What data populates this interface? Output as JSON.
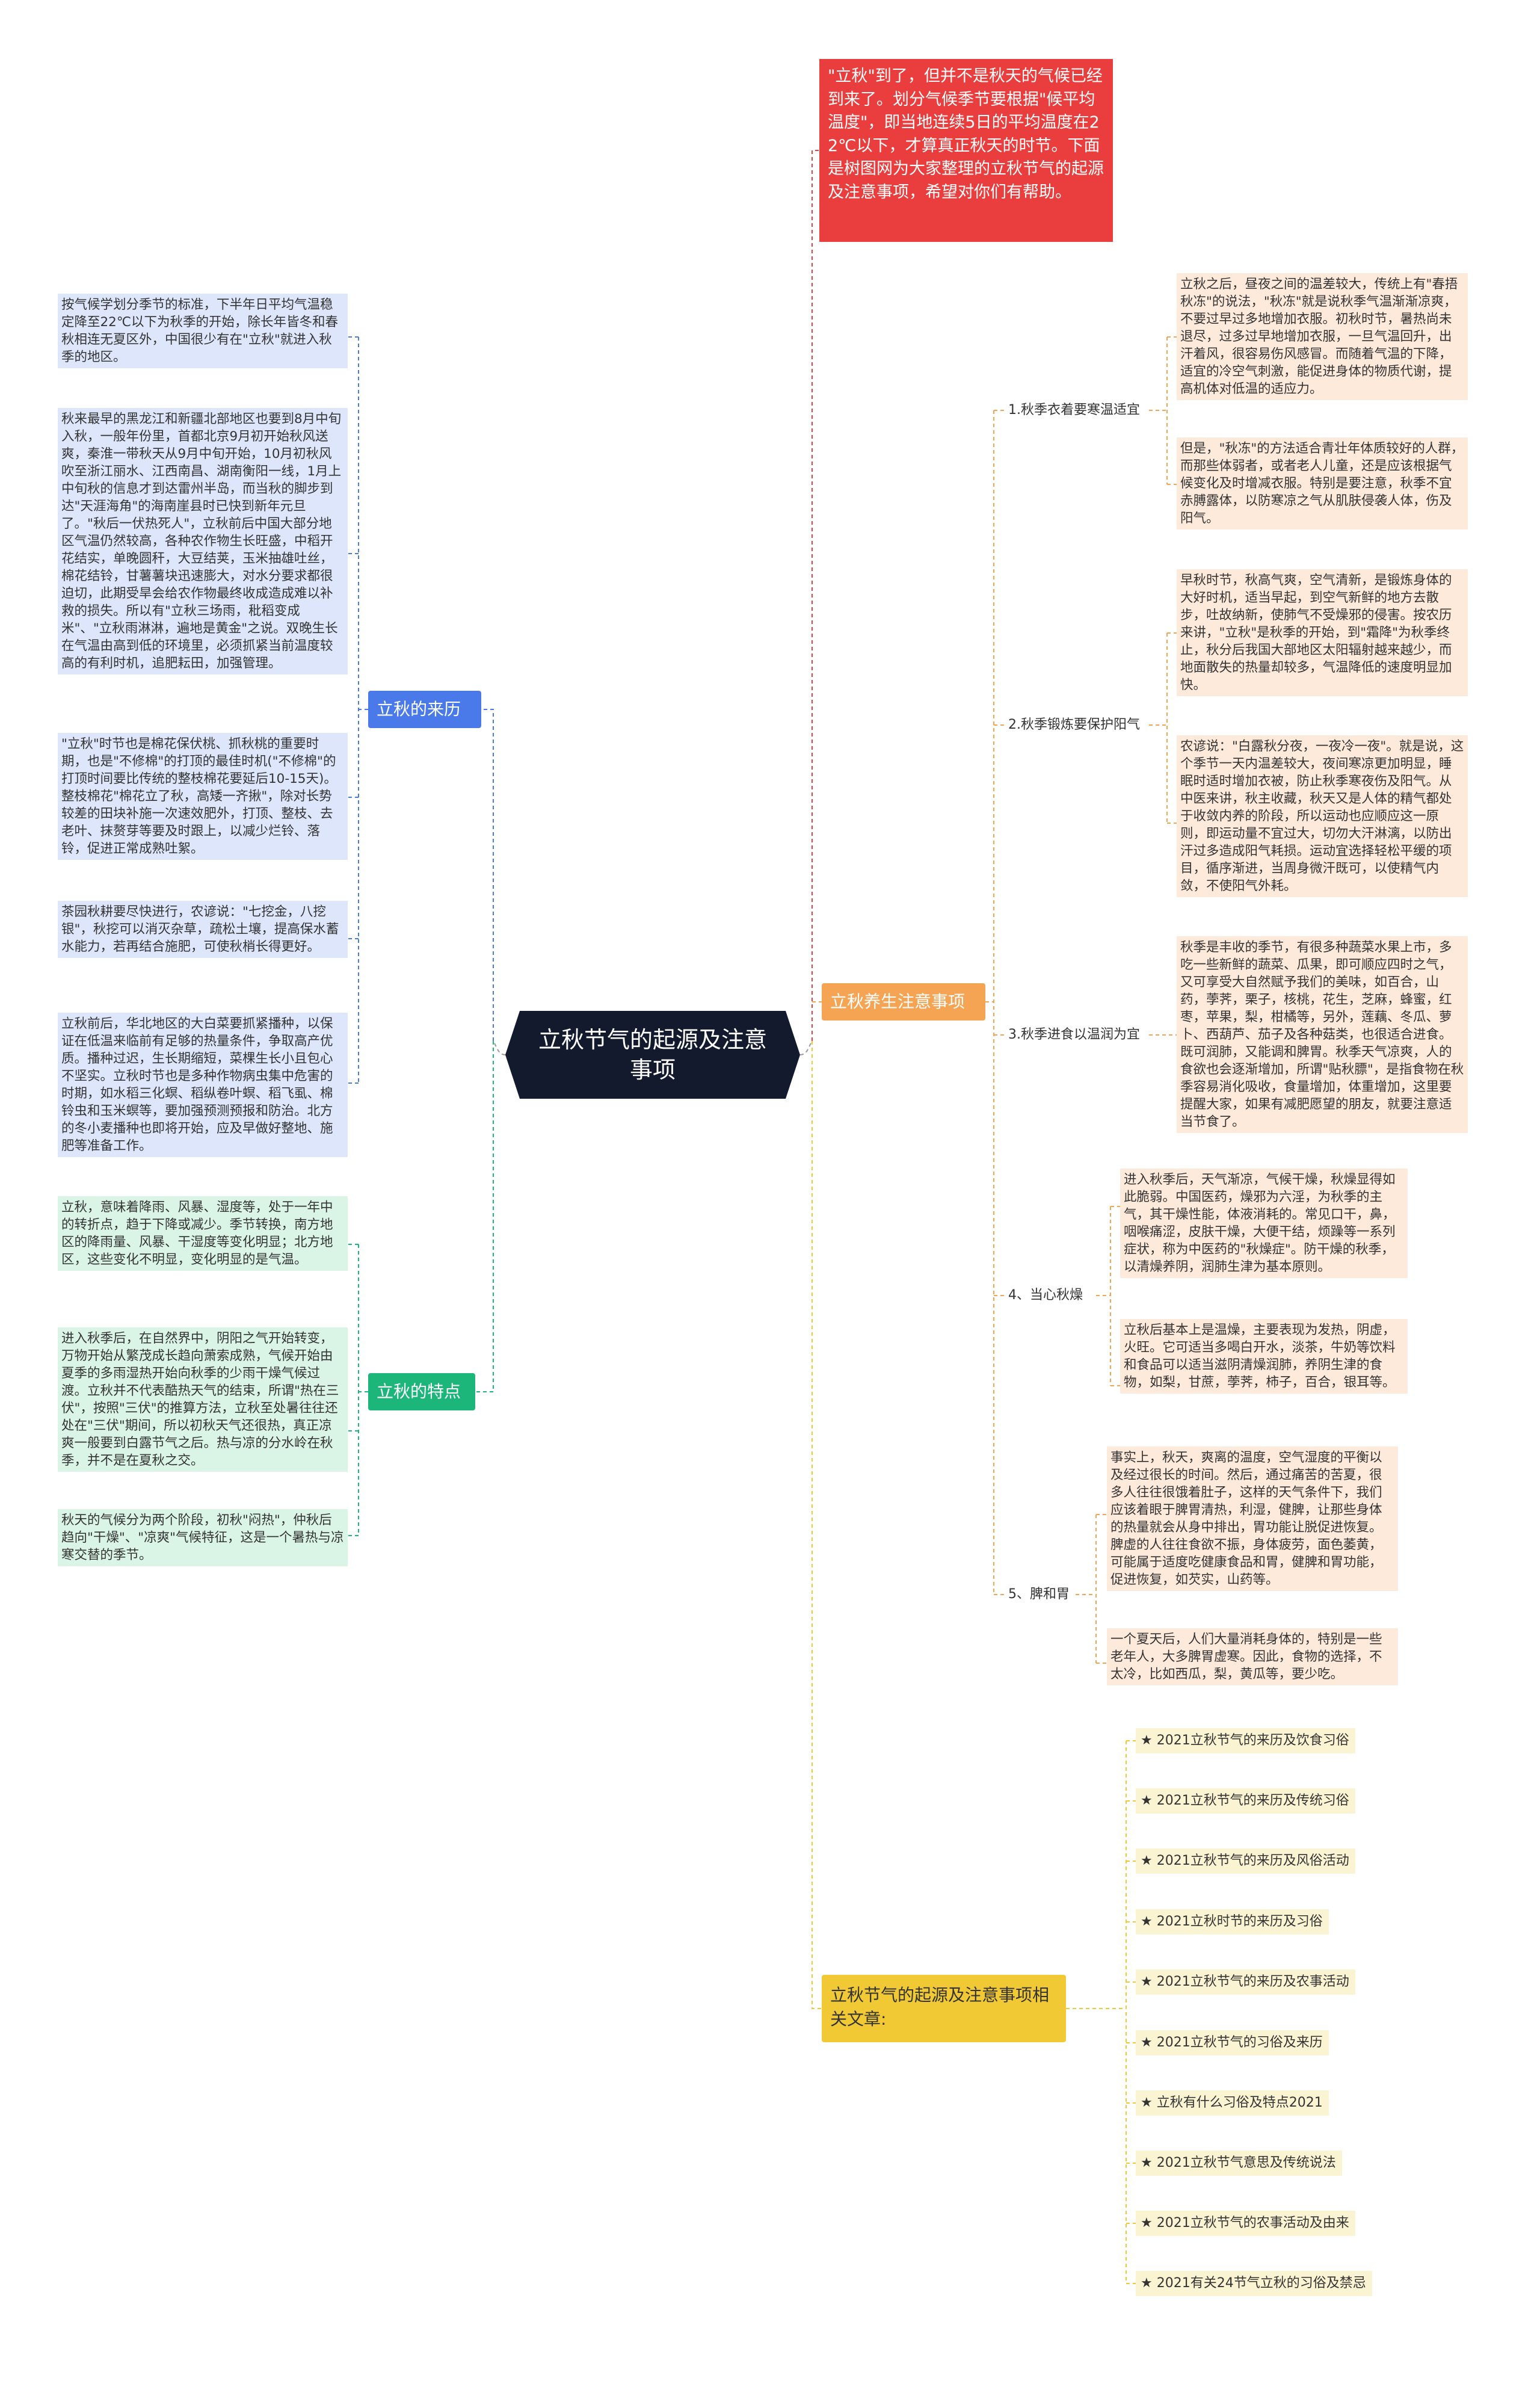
{
  "center": {
    "title": "立秋节气的起源及注意事项"
  },
  "intro": {
    "text": "\"立秋\"到了，但并不是秋天的气候已经到来了。划分气候季节要根据\"候平均温度\"，即当地连续5日的平均温度在22℃以下，才算真正秋天的时节。下面是树图网为大家整理的立秋节气的起源及注意事项，希望对你们有帮助。"
  },
  "branches": {
    "origin": {
      "label": "立秋的来历",
      "leaves": [
        "按气候学划分季节的标准，下半年日平均气温稳定降至22℃以下为秋季的开始，除长年皆冬和春秋相连无夏区外，中国很少有在\"立秋\"就进入秋季的地区。",
        "秋来最早的黑龙江和新疆北部地区也要到8月中旬入秋，一般年份里，首都北京9月初开始秋风送爽，秦淮一带秋天从9月中旬开始，10月初秋风吹至浙江丽水、江西南昌、湖南衡阳一线，1月上中旬秋的信息才到达雷州半岛，而当秋的脚步到达\"天涯海角\"的海南崖县时已快到新年元旦了。\"秋后一伏热死人\"，立秋前后中国大部分地区气温仍然较高，各种农作物生长旺盛，中稻开花结实，单晚圆秆，大豆结荚，玉米抽雄吐丝，棉花结铃，甘薯薯块迅速膨大，对水分要求都很迫切，此期受旱会给农作物最终收成造成难以补救的损失。所以有\"立秋三场雨，秕稻变成米\"、\"立秋雨淋淋，遍地是黄金\"之说。双晚生长在气温由高到低的环境里，必须抓紧当前温度较高的有利时机，追肥耘田，加强管理。",
        "\"立秋\"时节也是棉花保伏桃、抓秋桃的重要时期，也是\"不修棉\"的打顶的最佳时机(\"不修棉\"的打顶时间要比传统的整枝棉花要延后10-15天)。整枝棉花\"棉花立了秋，高矮一齐揪\"，除对长势较差的田块补施一次速效肥外，打顶、整枝、去老叶、抹赘芽等要及时跟上，以减少烂铃、落铃，促进正常成熟吐絮。",
        "茶园秋耕要尽快进行，农谚说：\"七挖金，八挖银\"，秋挖可以消灭杂草，疏松土壤，提高保水蓄水能力，若再结合施肥，可使秋梢长得更好。",
        "立秋前后，华北地区的大白菜要抓紧播种，以保证在低温来临前有足够的热量条件，争取高产优质。播种过迟，生长期缩短，菜棵生长小且包心不坚实。立秋时节也是多种作物病虫集中危害的时期，如水稻三化螟、稻纵卷叶螟、稻飞虱、棉铃虫和玉米螟等，要加强预测预报和防治。北方的冬小麦播种也即将开始，应及早做好整地、施肥等准备工作。"
      ]
    },
    "features": {
      "label": "立秋的特点",
      "leaves": [
        "立秋，意味着降雨、风暴、湿度等，处于一年中的转折点，趋于下降或减少。季节转换，南方地区的降雨量、风暴、干湿度等变化明显；北方地区，这些变化不明显，变化明显的是气温。",
        "进入秋季后，在自然界中，阴阳之气开始转变，万物开始从繁茂成长趋向萧索成熟，气候开始由夏季的多雨湿热开始向秋季的少雨干燥气候过渡。立秋并不代表酷热天气的结束，所谓\"热在三伏\"，按照\"三伏\"的推算方法，立秋至处暑往往还处在\"三伏\"期间，所以初秋天气还很热，真正凉爽一般要到白露节气之后。热与凉的分水岭在秋季，并不是在夏秋之交。",
        "秋天的气候分为两个阶段，初秋\"闷热\"，仲秋后趋向\"干燥\"、\"凉爽\"气候特征，这是一个暑热与凉寒交替的季节。"
      ]
    },
    "health": {
      "label": "立秋养生注意事项",
      "items": [
        {
          "label": "1.秋季衣着要寒温适宜",
          "leaves": [
            "立秋之后，昼夜之间的温差较大，传统上有\"春捂秋冻\"的说法，\"秋冻\"就是说秋季气温渐渐凉爽，不要过早过多地增加衣服。初秋时节，暑热尚未退尽，过多过早地增加衣服，一旦气温回升，出汗着风，很容易伤风感冒。而随着气温的下降，适宜的冷空气刺激，能促进身体的物质代谢，提高机体对低温的适应力。",
            "但是，\"秋冻\"的方法适合青壮年体质较好的人群，而那些体弱者，或者老人儿童，还是应该根据气候变化及时增减衣服。特别是要注意，秋季不宜赤膊露体，以防寒凉之气从肌肤侵袭人体，伤及阳气。"
          ]
        },
        {
          "label": "2.秋季锻炼要保护阳气",
          "leaves": [
            "早秋时节，秋高气爽，空气清新，是锻炼身体的大好时机，适当早起，到空气新鲜的地方去散步，吐故纳新，使肺气不受燥邪的侵害。按农历来讲，\"立秋\"是秋季的开始，到\"霜降\"为秋季终止，秋分后我国大部地区太阳辐射越来越少，而地面散失的热量却较多，气温降低的速度明显加快。",
            "农谚说：\"白露秋分夜，一夜冷一夜\"。就是说，这个季节一天内温差较大，夜间寒凉更加明显，睡眠时适时增加衣被，防止秋季寒夜伤及阳气。从中医来讲，秋主收藏，秋天又是人体的精气都处于收敛内养的阶段，所以运动也应顺应这一原则，即运动量不宜过大，切勿大汗淋漓，以防出汗过多造成阳气耗损。运动宜选择轻松平缓的项目，循序渐进，当周身微汗既可，以使精气内敛，不使阳气外耗。"
          ]
        },
        {
          "label": "3.秋季进食以温润为宜",
          "leaves": [
            "秋季是丰收的季节，有很多种蔬菜水果上市，多吃一些新鲜的蔬菜、瓜果，即可顺应四时之气，又可享受大自然赋予我们的美味，如百合，山药，荸荠，栗子，核桃，花生，芝麻，蜂蜜，红枣，苹果，梨，柑橘等，另外，莲藕、冬瓜、萝卜、西葫芦、茄子及各种菇类，也很适合进食。既可润肺，又能调和脾胃。秋季天气凉爽，人的食欲也会逐渐增加，所谓\"贴秋膘\"，是指食物在秋季容易消化吸收，食量增加，体重增加，这里要提醒大家，如果有减肥愿望的朋友，就要注意适当节食了。"
          ]
        },
        {
          "label": "4、当心秋燥",
          "leaves": [
            "进入秋季后，天气渐凉，气候干燥，秋燥显得如此脆弱。中国医药，燥邪为六淫，为秋季的主气，其干燥性能，体液消耗的。常见口干，鼻，咽喉痛涩，皮肤干燥，大便干结，烦躁等一系列症状，称为中医药的\"秋燥症\"。防干燥的秋季，以清燥养阴，润肺生津为基本原则。",
            "立秋后基本上是温燥，主要表现为发热，阴虚，火旺。它可适当多喝白开水，淡茶，牛奶等饮料和食品可以适当滋阴清燥润肺，养阴生津的食物，如梨，甘蔗，荸荠，柿子，百合，银耳等。"
          ]
        },
        {
          "label": "5、脾和胃",
          "leaves": [
            "事实上，秋天，爽离的温度，空气湿度的平衡以及经过很长的时间。然后，通过痛苦的苦夏，很多人往往很饿着肚子，这样的天气条件下，我们应该着眼于脾胃清热，利湿，健脾，让那些身体的热量就会从身中排出，胃功能让脱促进恢复。脾虚的人往往食欲不振，身体疲劳，面色萎黄，可能属于适度吃健康食品和胃，健脾和胃功能，促进恢复，如芡实，山药等。",
            "一个夏天后，人们大量消耗身体的，特别是一些老年人，大多脾胃虚寒。因此，食物的选择，不太冷，比如西瓜，梨，黄瓜等，要少吃。"
          ]
        }
      ]
    },
    "articles": {
      "label": "立秋节气的起源及注意事项相关文章:",
      "items": [
        "★ 2021立秋节气的来历及饮食习俗",
        "★ 2021立秋节气的来历及传统习俗",
        "★ 2021立秋节气的来历及风俗活动",
        "★ 2021立秋时节的来历及习俗",
        "★ 2021立秋节气的来历及农事活动",
        "★ 2021立秋节气的习俗及来历",
        "★ 立秋有什么习俗及特点2021",
        "★ 2021立秋节气意思及传统说法",
        "★ 2021立秋节气的农事活动及由来",
        "★ 2021有关24节气立秋的习俗及禁忌"
      ]
    }
  },
  "colors": {
    "center": "#131a2d",
    "intro": "#e93e3d",
    "origin": "#4a79ea",
    "features": "#1cb57a",
    "health": "#f5a453",
    "articles": "#f0c934",
    "leaf_blue": "#dde6fb",
    "leaf_green": "#daf5e6",
    "leaf_orange": "#feeadb",
    "leaf_yellow": "#fbf4d3"
  }
}
